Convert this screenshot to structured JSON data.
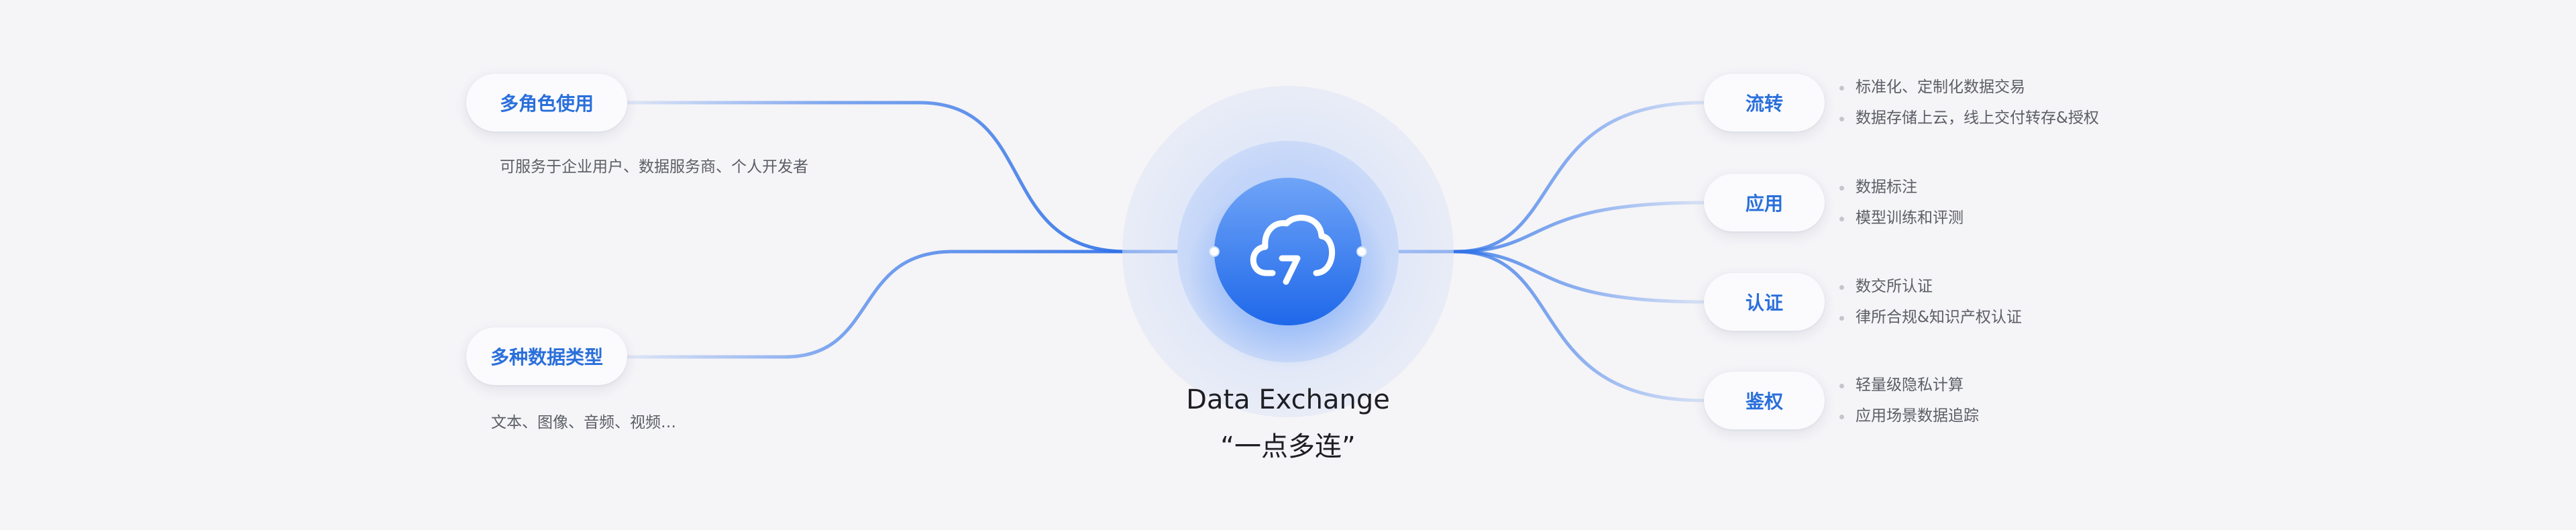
{
  "hub": {
    "title": "Data Exchange",
    "subtitle": "“一点多连”",
    "icon": "cloud-sync-icon"
  },
  "left_nodes": [
    {
      "label": "多角色使用",
      "desc": "可服务于企业用户、数据服务商、个人开发者"
    },
    {
      "label": "多种数据类型",
      "desc": "文本、图像、音频、视频…"
    }
  ],
  "right_nodes": [
    {
      "label": "流转",
      "items": [
        "标准化、定制化数据交易",
        "数据存储上云，线上交付转存&授权"
      ]
    },
    {
      "label": "应用",
      "items": [
        "数据标注",
        "模型训练和评测"
      ]
    },
    {
      "label": "认证",
      "items": [
        "数交所认证",
        "律所合规&知识产权认证"
      ]
    },
    {
      "label": "鉴权",
      "items": [
        "轻量级隐私计算",
        "应用场景数据追踪"
      ]
    }
  ],
  "colors": {
    "background": "#f5f4f7",
    "accent": "#2a6fdb",
    "line": "#3b7bea",
    "pill_text": "#2a6fdb",
    "desc_text": "#5b5e66"
  }
}
